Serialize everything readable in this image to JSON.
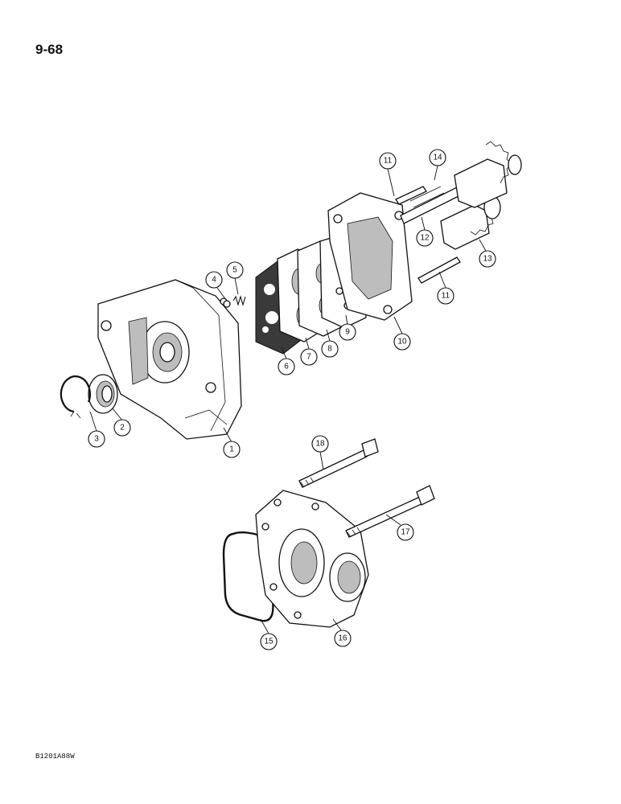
{
  "page": {
    "number": "9-68",
    "figure_code": "B1201A88W"
  },
  "callouts": [
    "1",
    "2",
    "3",
    "4",
    "5",
    "6",
    "7",
    "8",
    "9",
    "10",
    "11",
    "12",
    "13",
    "14",
    "11",
    "15",
    "16",
    "17",
    "18"
  ],
  "colors": {
    "ink": "#111111",
    "shade": "#bdbdbd",
    "paper": "#ffffff"
  }
}
